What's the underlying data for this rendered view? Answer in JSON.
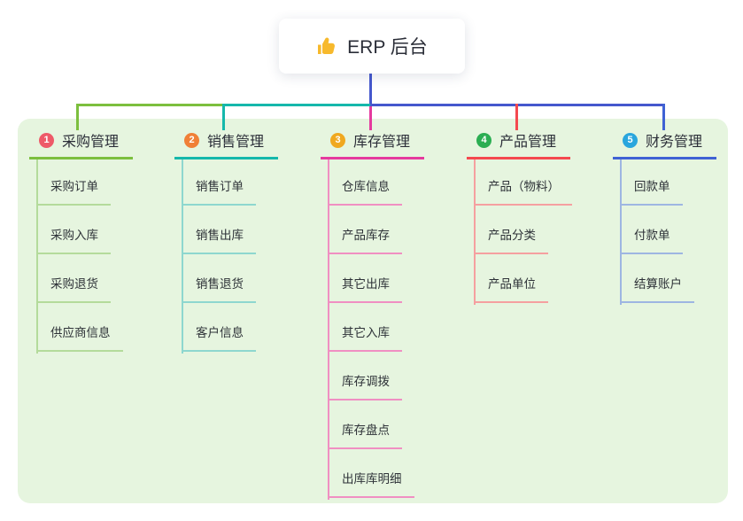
{
  "root": {
    "title": "ERP 后台",
    "icon": "thumbs-up-icon",
    "icon_color": "#f7b92c"
  },
  "colors": {
    "panel_bg": "#e6f5df",
    "root_line": "#4558cd",
    "text": "#2e3238"
  },
  "branches": [
    {
      "index": "1",
      "title": "采购管理",
      "badge_color": "#ee5a68",
      "line_color": "#7cbf3e",
      "child_line_color": "#b4db9b",
      "children": [
        "采购订单",
        "采购入库",
        "采购退货",
        "供应商信息"
      ]
    },
    {
      "index": "2",
      "title": "销售管理",
      "badge_color": "#f08037",
      "line_color": "#15b8ab",
      "child_line_color": "#8ed7cf",
      "children": [
        "销售订单",
        "销售出库",
        "销售退货",
        "客户信息"
      ]
    },
    {
      "index": "3",
      "title": "库存管理",
      "badge_color": "#f0a81f",
      "line_color": "#e53a9e",
      "child_line_color": "#f08fc2",
      "children": [
        "仓库信息",
        "产品库存",
        "其它出库",
        "其它入库",
        "库存调拨",
        "库存盘点",
        "出库库明细"
      ]
    },
    {
      "index": "4",
      "title": "产品管理",
      "badge_color": "#2bae52",
      "line_color": "#f4494f",
      "child_line_color": "#f5a0a0",
      "children": [
        "产品（物料）",
        "产品分类",
        "产品单位"
      ]
    },
    {
      "index": "5",
      "title": "财务管理",
      "badge_color": "#29a6dd",
      "line_color": "#3f62d4",
      "child_line_color": "#9eb6e2",
      "children": [
        "回款单",
        "付款单",
        "结算账户"
      ]
    }
  ]
}
